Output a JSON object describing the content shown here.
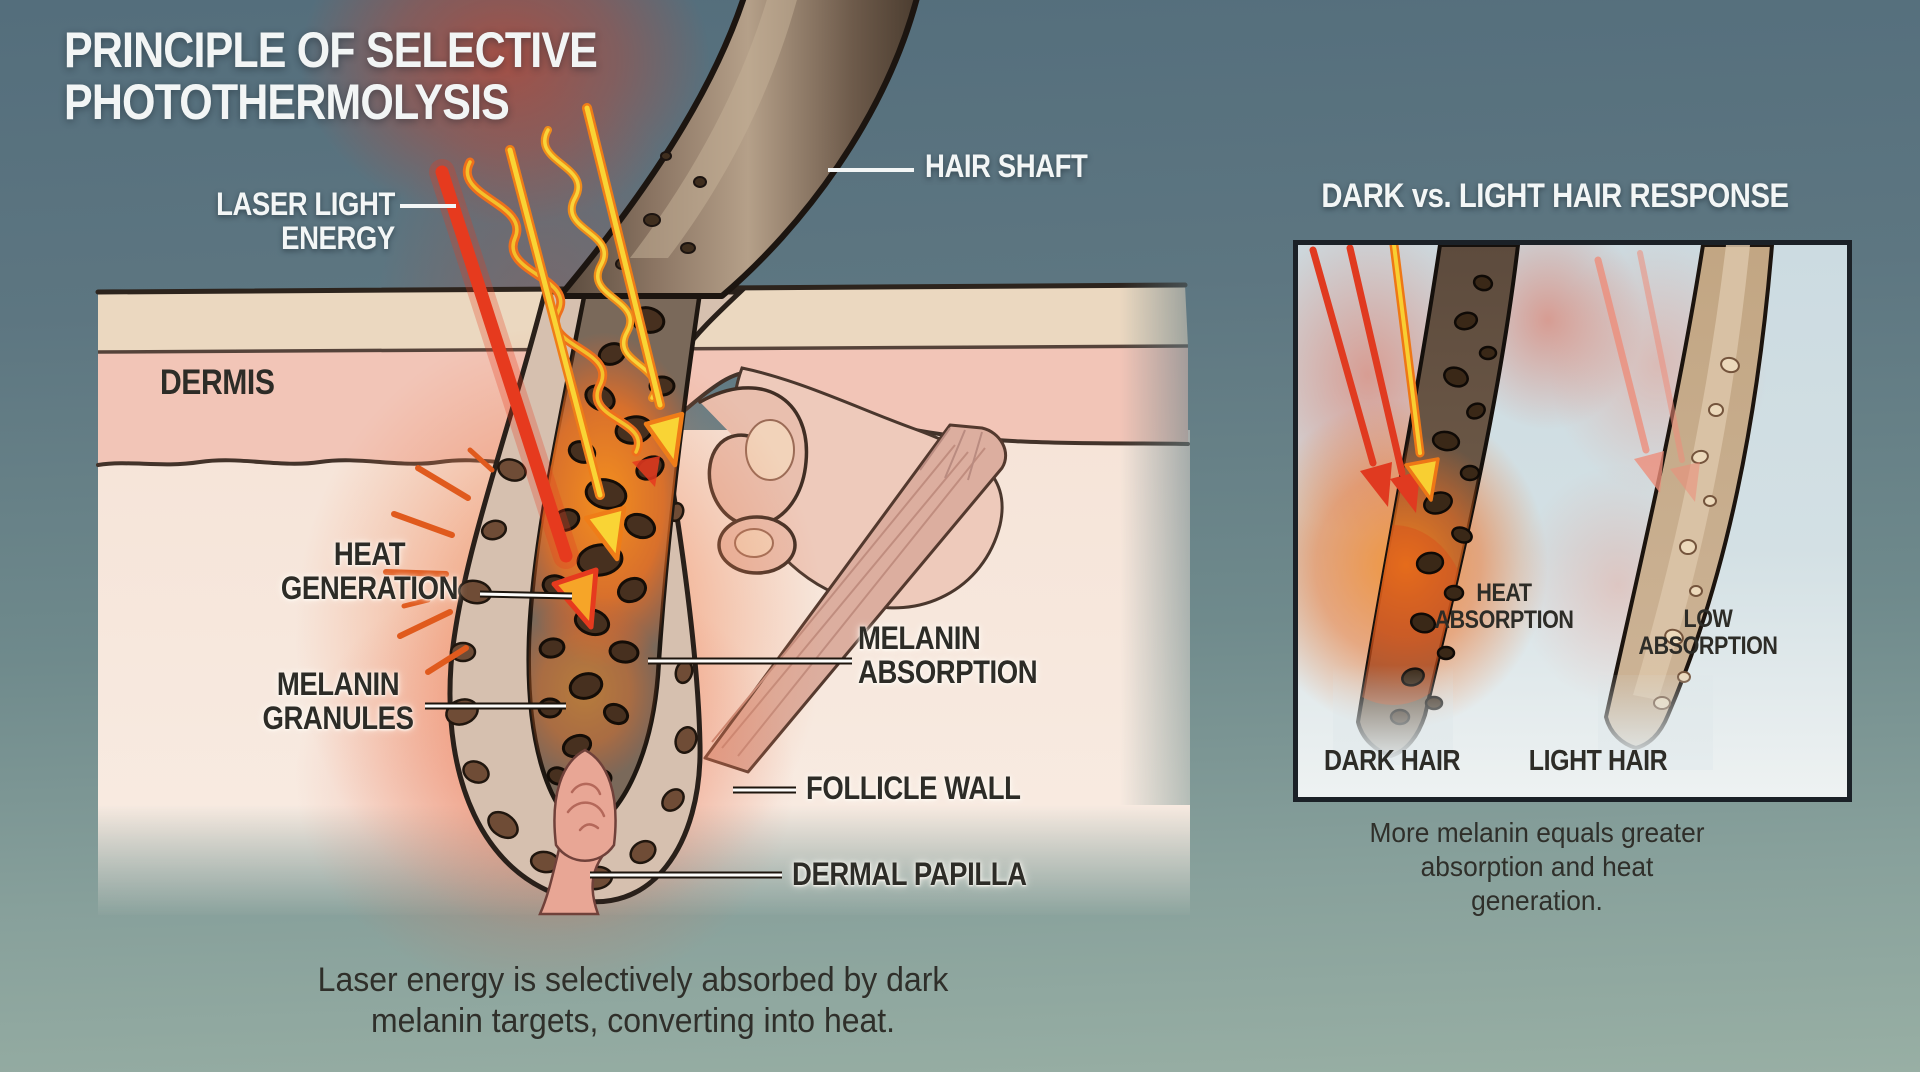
{
  "title": {
    "text": "PRINCIPLE OF SELECTIVE\nPHOTOTHERMOLYSIS"
  },
  "main_diagram": {
    "labels": {
      "laser_light_energy": "LASER LIGHT\nENERGY",
      "hair_shaft": "HAIR SHAFT",
      "dermis": "DERMIS",
      "heat_generation": "HEAT\nGENERATION",
      "melanin_granules": "MELANIN\nGRANULES",
      "melanin_absorption": "MELANIN\nABSORPTION",
      "follicle_wall": "FOLLICLE WALL",
      "dermal_papilla": "DERMAL PAPILLA"
    },
    "caption": "Laser energy is selectively absorbed by dark\nmelanin targets, converting into heat."
  },
  "comparison_panel": {
    "title": "DARK vs. LIGHT HAIR RESPONSE",
    "labels": {
      "heat_absorption": "HEAT\nABSORPTION",
      "low_absorption": "LOW\nABSORPTION",
      "dark_hair": "DARK HAIR",
      "light_hair": "LIGHT HAIR"
    },
    "caption": "More melanin equals greater\nabsorption and heat generation."
  },
  "colors": {
    "background_top": "#546e7c",
    "background_bottom": "#98afa4",
    "laser_red": "#e33a1e",
    "laser_yellow": "#f6cb2e",
    "heat_orange": "#f0811f",
    "skin_epidermis": "#ebd8c0",
    "skin_dermis": "#f2c5b7",
    "skin_inner": "#f8ece3",
    "panel_background": "#ccdbe1",
    "label_dark": "#2d2c27",
    "label_light": "#f3f6f5"
  }
}
